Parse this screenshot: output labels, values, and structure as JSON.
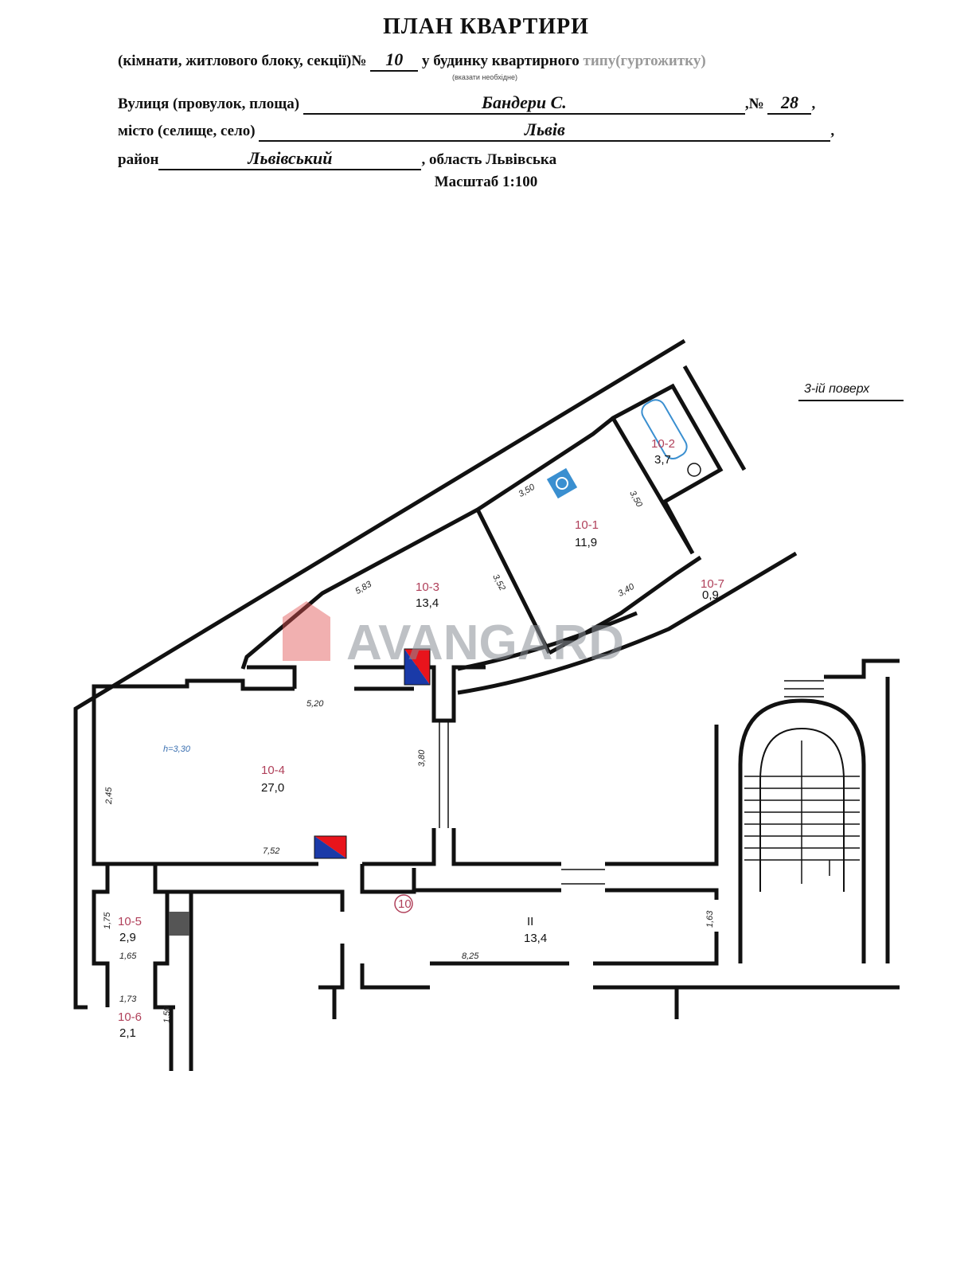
{
  "header": {
    "title": "ПЛАН КВАРТИРИ",
    "line1_prefix": "(кімнати,  житлового блоку,  секції)№",
    "apartment_no": "10",
    "line1_suffix": "у будинку квартирного",
    "line1_faded": "типу(гуртожитку)",
    "hint": "(вказати необхідне)",
    "street_label": "Вулиця (провулок, площа)",
    "street": "Бандери С.",
    "house_label": ",№",
    "house_no": "28",
    "city_label": "місто (селище, село)",
    "city": "Львів",
    "district_label": "район",
    "district": "Львівський",
    "region": ", область Львівська",
    "scale": "Масштаб 1:100"
  },
  "floor_label": "3-ій поверх",
  "watermark": "AVANGARD",
  "rooms": {
    "r1": {
      "id": "10-1",
      "area": "11,9"
    },
    "r2": {
      "id": "10-2",
      "area": "3,7"
    },
    "r3": {
      "id": "10-3",
      "area": "13,4"
    },
    "r4": {
      "id": "10-4",
      "area": "27,0"
    },
    "r5": {
      "id": "10-5",
      "area": "2,9"
    },
    "r6": {
      "id": "10-6",
      "area": "2,1"
    },
    "r7": {
      "id": "10-7",
      "area": "0,9"
    },
    "corridor": {
      "id": "II",
      "area": "13,4"
    }
  },
  "dimensions": {
    "d350a": "3,50",
    "d350b": "3,50",
    "d352": "3,52",
    "d340": "3,40",
    "d583": "5,83",
    "d520": "5,20",
    "d380": "3,80",
    "d245": "2,45",
    "d752": "7,52",
    "d175": "1,75",
    "d165": "1,65",
    "d173": "1,73",
    "d150": "1,50",
    "d825": "8,25",
    "d163": "1,63"
  },
  "ceiling_height": "h=3,30",
  "apartment_marker": "10",
  "colors": {
    "riser_red": "#e8141c",
    "riser_blue": "#1a3aa8",
    "fixture_blue": "#3a8fd0",
    "room_id": "#b0405a"
  }
}
